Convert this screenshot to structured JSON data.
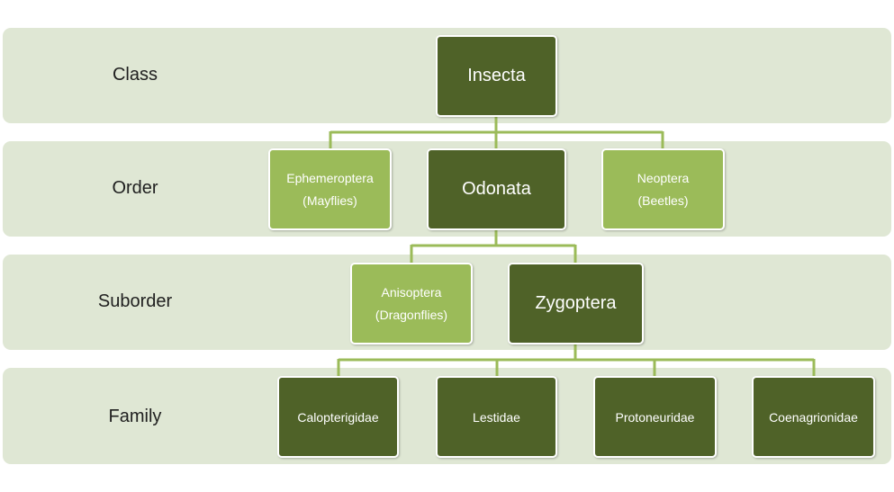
{
  "levels": {
    "class": "Class",
    "order": "Order",
    "suborder": "Suborder",
    "family": "Family"
  },
  "nodes": {
    "insecta": "Insecta",
    "ephemeroptera": {
      "line1": "Ephemeroptera",
      "line2": "(Mayflies)"
    },
    "odonata": "Odonata",
    "neoptera": {
      "line1": "Neoptera",
      "line2": "(Beetles)"
    },
    "anisoptera": {
      "line1": "Anisoptera",
      "line2": "(Dragonflies)"
    },
    "zygoptera": "Zygoptera",
    "calopterigidae": "Calopterigidae",
    "lestidae": "Lestidae",
    "protoneuridae": "Protoneuridae",
    "coenagrionidae": "Coenagrionidae"
  },
  "colors": {
    "band": "#dfe7d4",
    "dark_node": "#4f6228",
    "light_node": "#9bbb59",
    "connector": "#9bbb59"
  }
}
